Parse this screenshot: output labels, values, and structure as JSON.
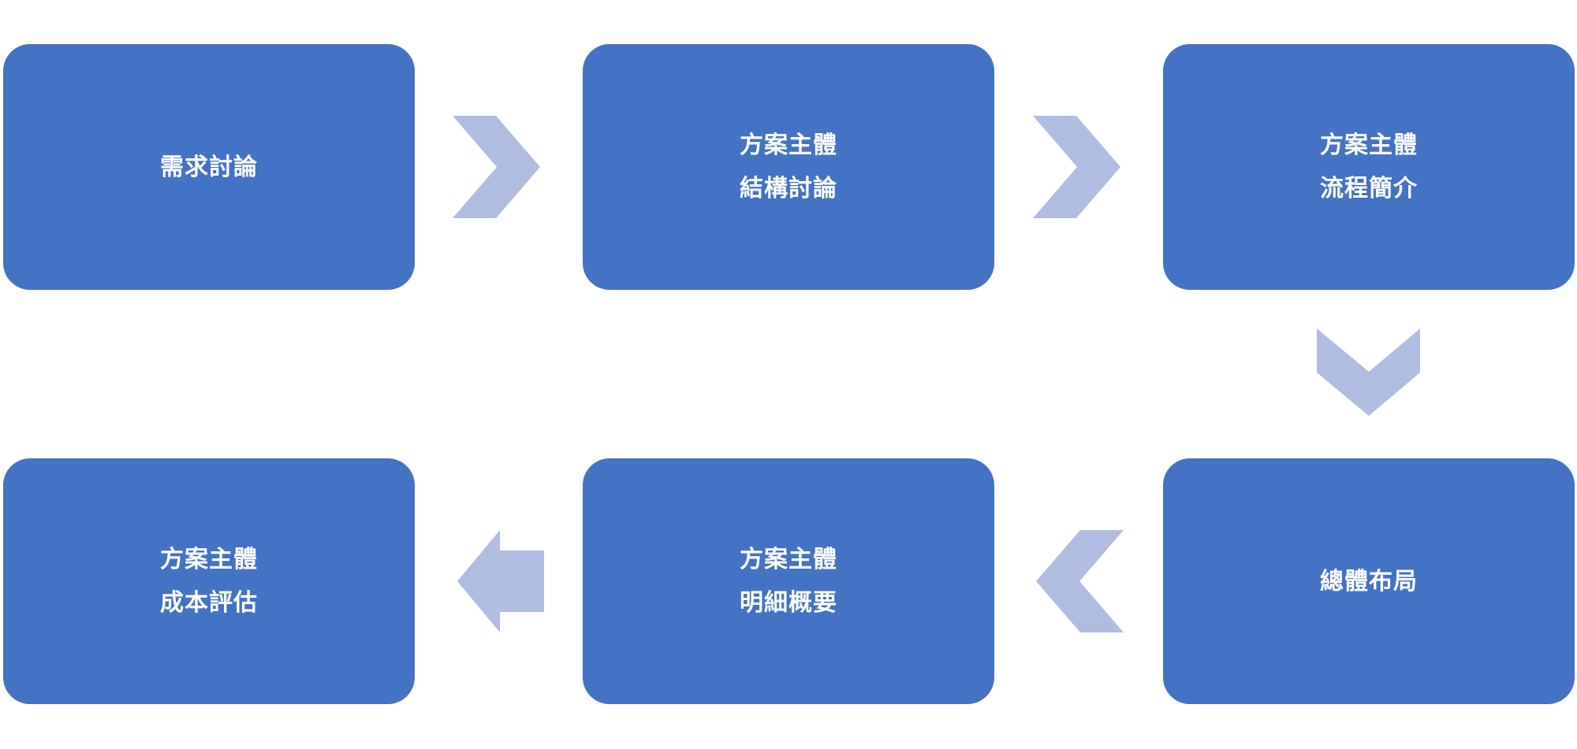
{
  "colors": {
    "box_fill": "#4472C4",
    "arrow_fill": "#B0BCE0",
    "text": "#FFFFFF",
    "background": "#FFFFFF"
  },
  "steps": [
    {
      "lines": [
        "需求討論"
      ]
    },
    {
      "lines": [
        "方案主體",
        "結構討論"
      ]
    },
    {
      "lines": [
        "方案主體",
        "流程簡介"
      ]
    },
    {
      "lines": [
        "總體布局"
      ]
    },
    {
      "lines": [
        "方案主體",
        "明細概要"
      ]
    },
    {
      "lines": [
        "方案主體",
        "成本評估"
      ]
    }
  ],
  "connectors": [
    {
      "from": "需求討論",
      "to": "方案主體 結構討論",
      "icon": "chevron-right-icon"
    },
    {
      "from": "方案主體 結構討論",
      "to": "方案主體 流程簡介",
      "icon": "chevron-right-icon"
    },
    {
      "from": "方案主體 流程簡介",
      "to": "總體布局",
      "icon": "chevron-down-icon"
    },
    {
      "from": "總體布局",
      "to": "方案主體 明細概要",
      "icon": "chevron-left-icon"
    },
    {
      "from": "方案主體 明細概要",
      "to": "方案主體 成本評估",
      "icon": "arrow-left-icon"
    }
  ]
}
